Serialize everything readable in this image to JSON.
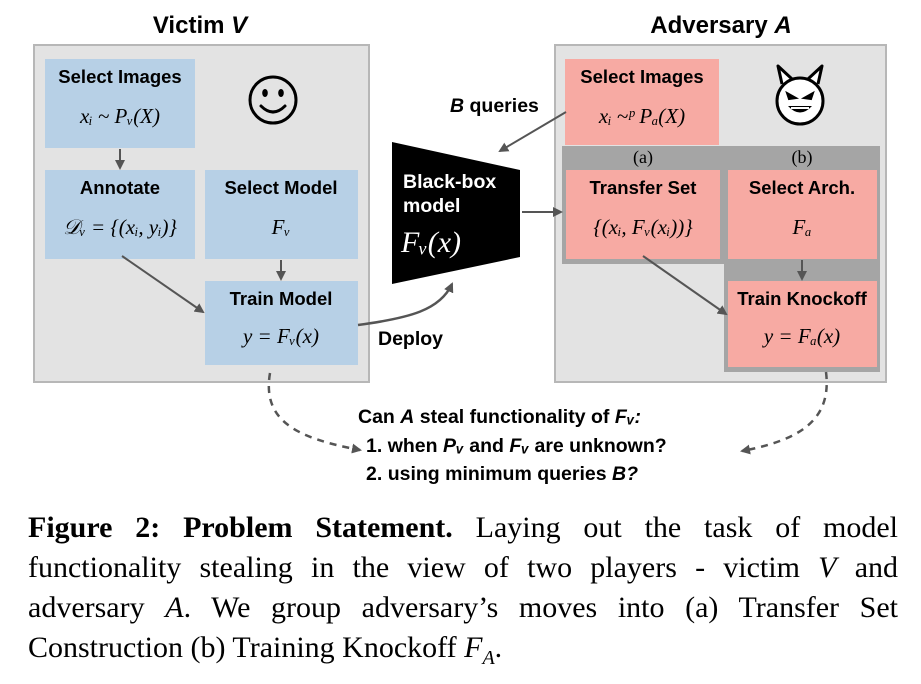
{
  "victim": {
    "title": "Victim",
    "title_var": "V",
    "select_images": {
      "title": "Select Images",
      "formula": "xᵢ ~ Pᵥ(X)"
    },
    "annotate": {
      "title": "Annotate",
      "formula": "𝒟ᵥ = {(xᵢ, yᵢ)}"
    },
    "select_model": {
      "title": "Select Model",
      "formula": "Fᵥ"
    },
    "train_model": {
      "title": "Train Model",
      "formula": "y = Fᵥ(x)"
    }
  },
  "adversary": {
    "title": "Adversary",
    "title_var": "A",
    "select_images": {
      "title": "Select Images",
      "formula": "xᵢ ~ᵖ Pₐ(X)"
    },
    "label_a": "(a)",
    "label_b": "(b)",
    "transfer_set": {
      "title": "Transfer Set",
      "formula": "{(xᵢ, Fᵥ(xᵢ))}"
    },
    "select_arch": {
      "title": "Select Arch.",
      "formula": "Fₐ"
    },
    "train_knockoff": {
      "title": "Train Knockoff",
      "formula": "y = Fₐ(x)"
    }
  },
  "blackbox": {
    "line1": "Black-box",
    "line2": "model",
    "formula": "Fᵥ(x)"
  },
  "labels": {
    "b_queries_var": "B",
    "b_queries_text": "queries",
    "deploy": "Deploy"
  },
  "question": {
    "line0_pre": "Can",
    "line0_var": "A",
    "line0_mid": "steal functionality of",
    "line0_end": "Fᵥ:",
    "item1_num": "1.",
    "item1_pre": "when",
    "item1_p": "Pᵥ",
    "item1_mid": "and",
    "item1_f": "Fᵥ",
    "item1_end": "are unknown?",
    "item2_num": "2.",
    "item2_pre": "using minimum queries",
    "item2_var": "B?"
  },
  "caption": {
    "label": "Figure 2:",
    "bold_title": "Problem Statement.",
    "text1": "Laying out the task of model functionality stealing in the view of two players - victim",
    "var_v": "V",
    "text2": "and adversary",
    "var_a": "A",
    "text3": ". We group adversary’s moves into (a) Transfer Set Construction (b) Training Knockoff",
    "var_fa": "F",
    "var_fa_sub": "A",
    "text4": "."
  },
  "colors": {
    "victim_box": "#b7d0e6",
    "adversary_box": "#f7aaa3",
    "panel_bg": "#e3e3e3",
    "panel_border": "#b7b7b7",
    "group_strip": "#a5a5a5",
    "arrow": "#555555"
  },
  "icons": [
    "smiley-face-icon",
    "devil-face-icon"
  ]
}
